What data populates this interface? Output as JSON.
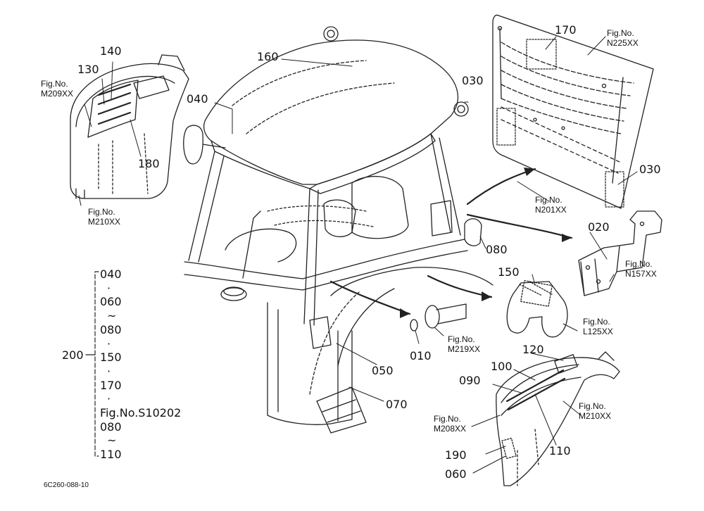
{
  "part_labels": {
    "p140": "140",
    "p130": "130",
    "p180": "180",
    "p160": "160",
    "p040": "040",
    "p170": "170",
    "p030_top": "030",
    "p030_right": "030",
    "p020": "020",
    "p080": "080",
    "p150": "150",
    "p010": "010",
    "p050": "050",
    "p070": "070",
    "p120": "120",
    "p100": "100",
    "p090": "090",
    "p110": "110",
    "p190": "190",
    "p060": "060",
    "p200": "200"
  },
  "figure_refs": {
    "m209": {
      "prefix": "Fig.No.",
      "code": "M209XX"
    },
    "m210_left": {
      "prefix": "Fig.No.",
      "code": "M210XX"
    },
    "n225": {
      "prefix": "Fig.No.",
      "code": "N225XX"
    },
    "n201": {
      "prefix": "Fig.No.",
      "code": "N201XX"
    },
    "n157": {
      "prefix": "Fig.No.",
      "code": "N157XX"
    },
    "l125": {
      "prefix": "Fig.No.",
      "code": "L125XX"
    },
    "m219": {
      "prefix": "Fig.No.",
      "code": "M219XX"
    },
    "m208": {
      "prefix": "Fig.No.",
      "code": "M208XX"
    },
    "m210_right": {
      "prefix": "Fig.No.",
      "code": "M210XX"
    }
  },
  "group_200": {
    "items": [
      "040",
      "·",
      "060",
      "~",
      "080",
      "·",
      "150",
      "·",
      "170",
      "·",
      "Fig.No.S10202",
      "080",
      "~",
      "110"
    ]
  },
  "document_id": "6C260-088-10",
  "colors": {
    "ink": "#111111",
    "paper": "#ffffff"
  }
}
